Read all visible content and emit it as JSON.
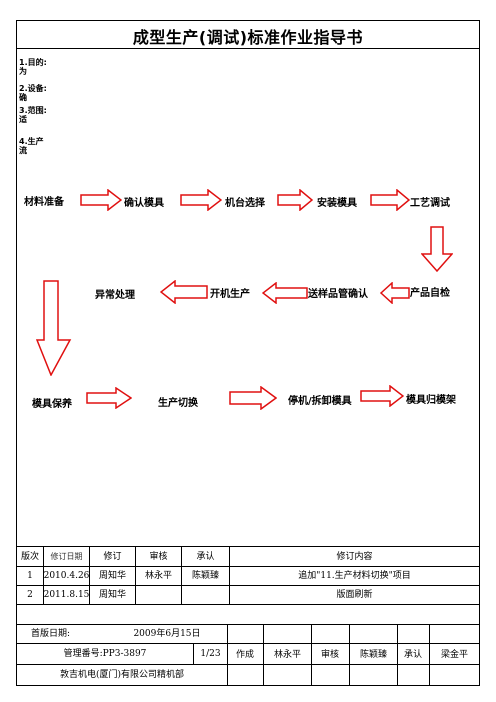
{
  "title": "成型生产(调试)标准作业指导书",
  "sections": [
    "1.目的:为",
    "2.设备:确",
    "3.范围:适",
    "4.生产流"
  ],
  "flow": {
    "row1": [
      "材料准备",
      "确认模具",
      "机台选择",
      "安装模具",
      "工艺调试"
    ],
    "row2": [
      "产品自检",
      "送样品管确认",
      "开机生产",
      "异常处理"
    ],
    "row3": [
      "模具保养",
      "生产切换",
      "停机/拆卸模具",
      "模具归模架"
    ]
  },
  "revision_table": {
    "headers": [
      "版次",
      "修订日期",
      "修订",
      "审核",
      "承认",
      "修订内容"
    ],
    "rows": [
      {
        "version": "1",
        "date": "2010.4.26",
        "reviser": "周知华",
        "reviewer": "林永平",
        "approver": "陈颖臻",
        "content": "追加\"11.生产材料切换\"项目"
      },
      {
        "version": "2",
        "date": "2011.8.15",
        "reviser": "周知华",
        "reviewer": "",
        "approver": "",
        "content": "版面刷新"
      }
    ]
  },
  "footer": {
    "first_edition_label": "首版日期:",
    "first_edition_date": "2009年6月15日",
    "doc_number": "管理番号:PP3-3897",
    "page": "1/23",
    "company": "敦吉机电(厦门)有限公司精机部",
    "made_label": "作成",
    "made_by": "林永平",
    "review_label": "审核",
    "reviewed_by": "陈颖臻",
    "approve_label": "承认",
    "approved_by": "梁金平"
  },
  "colors": {
    "arrow": "#e01010"
  }
}
